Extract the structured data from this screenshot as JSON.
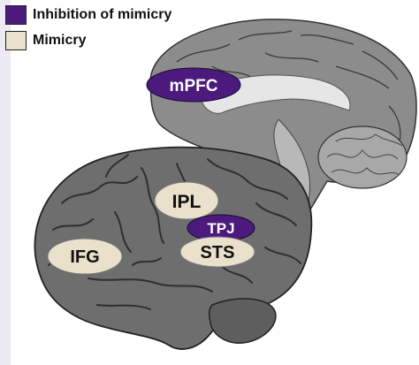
{
  "legend": [
    {
      "label": "Inhibition of mimicry",
      "color": "#4b1a7c"
    },
    {
      "label": "Mimicry",
      "color": "#e9e1cc"
    }
  ],
  "regions": {
    "mpfc": {
      "label": "mPFC",
      "fill": "#4b1a7c",
      "text_color": "#ffffff"
    },
    "ipl": {
      "label": "IPL",
      "fill": "#e9e1cc",
      "text_color": "#111111"
    },
    "tpj": {
      "label": "TPJ",
      "fill": "#4b1a7c",
      "text_color": "#ffffff"
    },
    "sts": {
      "label": "STS",
      "fill": "#e9e1cc",
      "text_color": "#111111"
    },
    "ifg": {
      "label": "IFG",
      "fill": "#e9e1cc",
      "text_color": "#111111"
    }
  },
  "colors": {
    "brain_fill": "#6e6e6e",
    "brain_sulcus": "#2f2f2f",
    "medial_fill": "#8c8c8c",
    "white_matter": "#e6e6e6"
  }
}
